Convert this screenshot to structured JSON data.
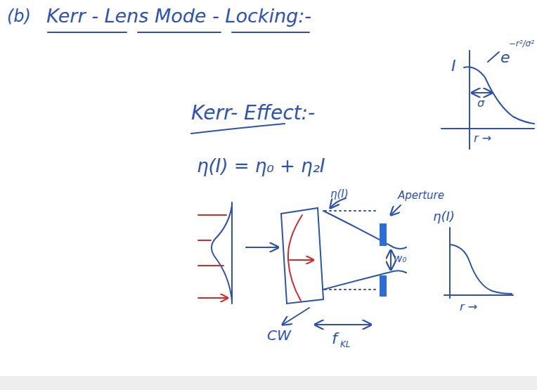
{
  "diagram": {
    "title": "Kerr - Lens Mode - Locking:-",
    "labels": [
      "(b)",
      "Kerr- Effect:-",
      "η(I) = η₀ + η₂I",
      "I",
      "e",
      "−r²/σ²",
      "σ",
      "r →",
      "η(I)",
      "Aperture",
      "w₀",
      "η(I)",
      "r →",
      "CW",
      "f",
      "KL"
    ]
  }
}
